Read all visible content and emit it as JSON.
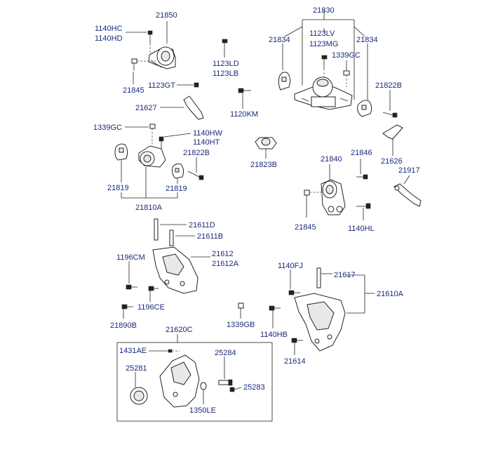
{
  "labels": {
    "p21850": "21850",
    "p1140HC": "1140HC",
    "p1140HD": "1140HD",
    "p21845a": "21845",
    "p1123GT": "1123GT",
    "p21627": "21627",
    "p1123LD": "1123LD",
    "p1123LB": "1123LB",
    "p1120KM": "1120KM",
    "p21830": "21830",
    "p21834a": "21834",
    "p21834b": "21834",
    "p1123LV": "1123LV",
    "p1123MG": "1123MG",
    "p1339GCa": "1339GC",
    "p21822Ba": "21822B",
    "p1339GCb": "1339GC",
    "p1140HW": "1140HW",
    "p1140HT": "1140HT",
    "p21822Bb": "21822B",
    "p21819a": "21819",
    "p21819b": "21819",
    "p21810A": "21810A",
    "p21823B": "21823B",
    "p21626": "21626",
    "p21846": "21846",
    "p21840": "21840",
    "p21917": "21917",
    "p21845b": "21845",
    "p1140HL": "1140HL",
    "p21611D": "21611D",
    "p21611B": "21611B",
    "p1196CM": "1196CM",
    "p21612": "21612",
    "p21612A": "21612A",
    "p1196CE": "1196CE",
    "p21890B": "21890B",
    "p1339GB": "1339GB",
    "p1140FJ": "1140FJ",
    "p21617": "21617",
    "p21610A": "21610A",
    "p1140HB": "1140HB",
    "p21614": "21614",
    "p21620C": "21620C",
    "p1431AE": "1431AE",
    "p25284": "25284",
    "p25281": "25281",
    "p25283": "25283",
    "p1350LE": "1350LE"
  }
}
